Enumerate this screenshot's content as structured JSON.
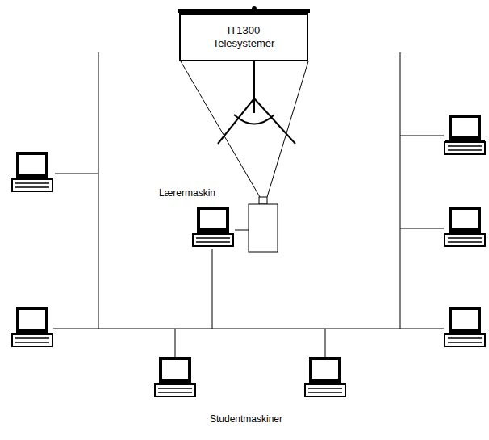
{
  "diagram": {
    "nodes": [
      {
        "text": [
          "IT1300 Telesystemer"
        ]
      }
    ],
    "labels": [
      "Lærermaskin",
      "Studentmaskiner"
    ]
  }
}
